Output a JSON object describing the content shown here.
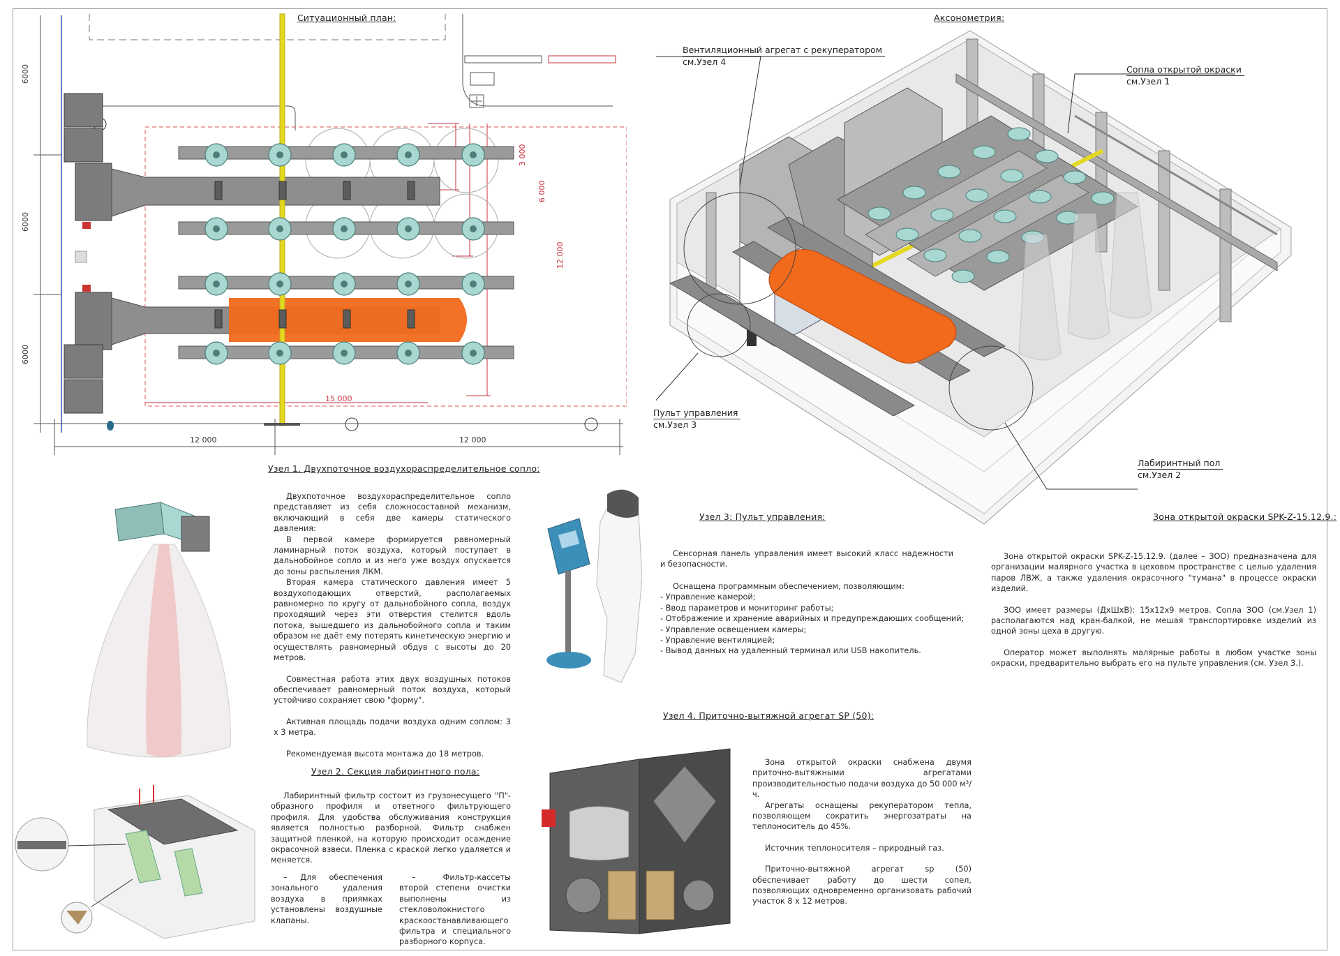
{
  "plan": {
    "title": "Ситуационный план:",
    "dims_left": [
      "6000",
      "6000",
      "6000"
    ],
    "dims_bottom": [
      "12 000",
      "12 000"
    ],
    "dims_red": [
      "3 000",
      "6 000",
      "12 000",
      "15 000"
    ]
  },
  "axo": {
    "title": "Аксонометрия:",
    "callouts": [
      {
        "name": "Вентиляционный агрегат с рекуператором",
        "ref": "см.Узел 4"
      },
      {
        "name": "Сопла открытой окраски",
        "ref": "см.Узел 1"
      },
      {
        "name": "Пульт управления",
        "ref": "см.Узел 3"
      },
      {
        "name": "Лабиринтный пол",
        "ref": "см.Узел 2"
      }
    ]
  },
  "node1": {
    "title": "Узел 1. Двухпоточное воздухораспределительное сопло:",
    "paragraphs": [
      "Двухпоточное воздухораспределительное сопло представляет из себя сложносоставной механизм, включающий в себя две камеры статического давления:",
      "В первой камере формируется равномерный ламинарный поток воздуха, который поступает в дальнобойное сопло и из него уже воздух опускается до зоны распыления ЛКМ.",
      "Вторая камера статического давления имеет 5 воздухоподающих отверстий, располагаемых равномерно по кругу от дальнобойного сопла, воздух проходящий через эти отверстия стелится вдоль потока, вышедшего из дальнобойного сопла и таким образом не даёт ему потерять кинетическую энергию и осуществлять равномерный обдув с высоты до 20 метров.",
      "Совместная работа этих двух воздушных потоков обеспечивает равномерный поток воздуха, который устойчиво сохраняет свою \"форму\".",
      "Активная площадь подачи воздуха одним соплом: 3 х 3 метра.",
      "Рекомендуемая высота монтажа до 18 метров."
    ]
  },
  "node2": {
    "title": "Узел 2. Секция лабиринтного пола:",
    "paragraph": "Лабиринтный фильтр состоит из грузонесущего \"П\"-образного профиля и ответного фильтрующего профиля. Для удобства обслуживания конструкция является полностью разборной. Фильтр снабжен защитной пленкой, на которую происходит осаждение окрасочной взвеси. Пленка с краской легко удаляется и меняется.",
    "col1": "– Для обеспечения зонального удаления воздуха в приямках установлены воздушные клапаны.",
    "col2": "– Фильтр-кассеты второй степени очистки выполнены из стекловолокнистого краскоостанавливающего фильтра и специального разборного корпуса."
  },
  "node3": {
    "title": "Узел 3: Пульт управления:",
    "intro": "Сенсорная панель управления имеет высокий класс надежности и безопасности.",
    "equipped": "Оснащена программным обеспечением, позволяющим:",
    "items": [
      "- Управление камерой;",
      "- Ввод параметров и мониторинг работы;",
      "- Отображение и хранение аварийных и предупреждающих сообщений;",
      "- Управление освещением камеры;",
      "- Управление вентиляцией;",
      "- Вывод данных на удаленный терминал или USB накопитель."
    ]
  },
  "node4": {
    "title": "Узел 4. Приточно-вытяжной агрегат SP (50):",
    "paragraphs": [
      "Зона открытой окраски снабжена двумя приточно-вытяжными агрегатами производительностью подачи воздуха до 50 000 м³/ч.",
      "Агрегаты оснащены рекуператором тепла, позволяющем сократить энергозатраты на теплоноситель до 45%.",
      "Источник теплоносителя – природный газ.",
      "Приточно-вытяжной агрегат sp (50) обеспечивает работу до шести сопел, позволяющих одновременно организовать рабочий участок 8 х 12 метров."
    ]
  },
  "zone": {
    "title": "Зона открытой окраски SPK-Z-15.12.9.:",
    "paragraphs": [
      "Зона открытой окраски SPK-Z-15.12.9. (далее – ЗОО) предназначена для организации малярного участка в цеховом пространстве с целью удаления паров ЛВЖ, а также удаления окрасочного \"тумана\" в процессе окраски изделий.",
      "ЗОО имеет размеры (ДхШхВ): 15х12х9 метров. Сопла ЗОО (см.Узел 1) располагаются над кран-балкой, не мешая транспортировке изделий из одной зоны цеха в другую.",
      "Оператор может выполнять малярные работы в любом участке зоны окраски, предварительно выбрать его на пульте управления (см. Узел 3.)."
    ]
  },
  "colors": {
    "duct": "#8e8e8e",
    "nozzle": "#a9d7d2",
    "product": "#f26a1b",
    "crane": "#e5d820",
    "dim_red": "#c8323c"
  }
}
